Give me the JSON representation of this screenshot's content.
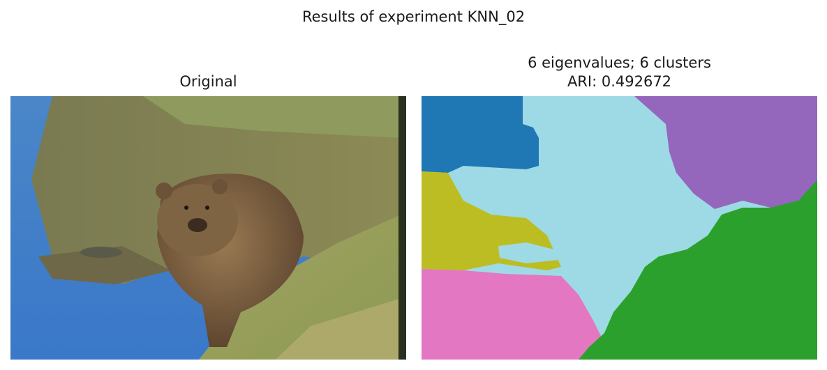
{
  "figure": {
    "suptitle": "Results of experiment KNN_02"
  },
  "panels": {
    "original": {
      "title": "Original"
    },
    "segmentation": {
      "title_line1": "6 eigenvalues; 6 clusters",
      "title_line2": "ARI: 0.492672"
    }
  },
  "colors": {
    "cluster_blue": "#1f77b4",
    "cluster_lightblue": "#9edae5",
    "cluster_purple": "#9467bd",
    "cluster_olive": "#bcbd22",
    "cluster_pink": "#e377c2",
    "cluster_green": "#2ca02c"
  }
}
